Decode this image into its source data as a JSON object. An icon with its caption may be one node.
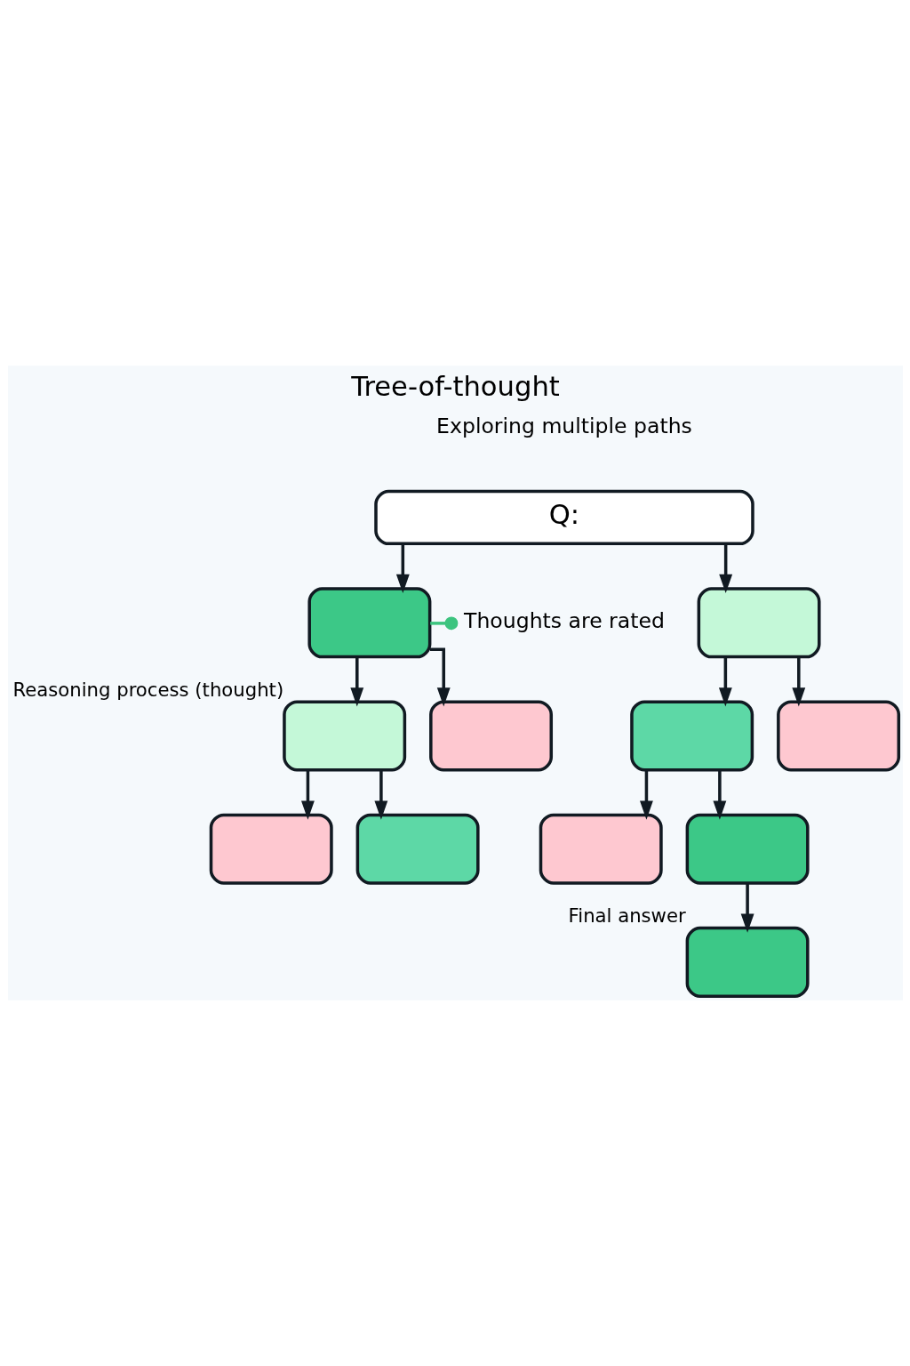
{
  "diagram": {
    "title": "Tree-of-thought",
    "nodes": [
      {
        "text": [
          "Q:"
        ]
      },
      {
        "text": [],
        "shape": "box"
      },
      {
        "text": [],
        "shape": "box"
      },
      {
        "text": [],
        "shape": "box",
        "beside": [
          "Reasoning process (thought)"
        ]
      },
      {
        "text": [],
        "shape": "box"
      },
      {
        "text": [],
        "shape": "box"
      },
      {
        "text": [],
        "shape": "box"
      },
      {
        "text": [],
        "shape": "box"
      },
      {
        "text": [],
        "shape": "box"
      },
      {
        "text": [],
        "shape": "box"
      },
      {
        "text": [],
        "shape": "box"
      },
      {
        "text": [],
        "shape": "box",
        "beside": [
          "Final answer"
        ]
      },
      {
        "text": [
          "Thoughts are rated"
        ]
      }
    ],
    "edges": [
      {
        "from": 0,
        "to": 1,
        "arrow": "to"
      },
      {
        "from": 0,
        "to": 2,
        "arrow": "to"
      },
      {
        "from": 1,
        "to": 3,
        "arrow": "to"
      },
      {
        "from": 1,
        "to": 4,
        "arrow": "to"
      },
      {
        "from": 2,
        "to": 5,
        "arrow": "to"
      },
      {
        "from": 2,
        "to": 6,
        "arrow": "to"
      },
      {
        "from": 3,
        "to": 7,
        "arrow": "to"
      },
      {
        "from": 3,
        "to": 8,
        "arrow": "to"
      },
      {
        "from": 5,
        "to": 9,
        "arrow": "to"
      },
      {
        "from": 5,
        "to": 10,
        "arrow": "to"
      },
      {
        "from": 10,
        "to": 11,
        "arrow": "to"
      },
      {
        "from": 12,
        "to": 1,
        "arrow": "other",
        "color": "#3cc47f"
      }
    ],
    "labels": [
      "Exploring multiple paths"
    ]
  }
}
